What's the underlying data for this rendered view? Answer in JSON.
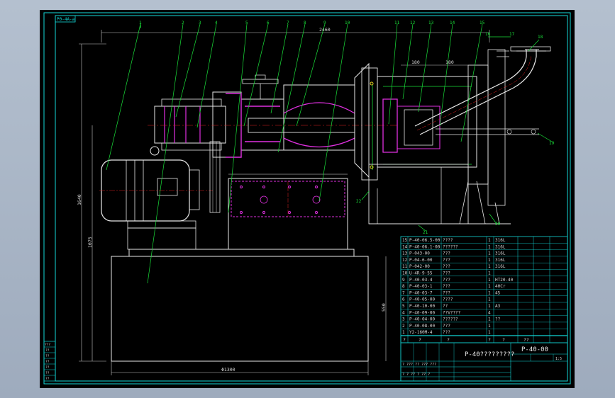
{
  "drawing": {
    "corner_code": "P0-4A-a",
    "title_code": "P-40-00",
    "title_name": "P-40?????????",
    "dimensions": {
      "total_length": "2460",
      "base_width": "Φ1300",
      "height_left": "1640",
      "height_mid": "1075",
      "height_base": "550",
      "d180a": "180",
      "d180b": "180"
    },
    "callouts": [
      "1",
      "2",
      "3",
      "4",
      "5",
      "6",
      "7",
      "8",
      "9",
      "10",
      "11",
      "12",
      "13",
      "14",
      "15",
      "16",
      "17",
      "18",
      "19",
      "20",
      "21",
      "22"
    ],
    "bom": [
      {
        "no": "15",
        "code": "P-40-06.5-00",
        "name": "????",
        "qty": "1",
        "mat": "316L"
      },
      {
        "no": "14",
        "code": "P-40-06.1-00",
        "name": "??????",
        "qty": "1",
        "mat": "316L"
      },
      {
        "no": "13",
        "code": "P-043-00",
        "name": "???",
        "qty": "1",
        "mat": "316L"
      },
      {
        "no": "12",
        "code": "P-04-6-00",
        "name": "???",
        "qty": "1",
        "mat": "316L"
      },
      {
        "no": "11",
        "code": "P-042-00",
        "name": "???",
        "qty": "1",
        "mat": "316L"
      },
      {
        "no": "10",
        "code": "U-4R-9-55",
        "name": "???",
        "qty": "1",
        "mat": ""
      },
      {
        "no": "9",
        "code": "P-40-03-4",
        "name": "???",
        "qty": "1",
        "mat": "HT20-40"
      },
      {
        "no": "8",
        "code": "P-40-03-1",
        "name": "???",
        "qty": "1",
        "mat": "40Cr"
      },
      {
        "no": "7",
        "code": "P-40-03-7",
        "name": "???",
        "qty": "1",
        "mat": "45"
      },
      {
        "no": "6",
        "code": "P-40-05-00",
        "name": "????",
        "qty": "1",
        "mat": ""
      },
      {
        "no": "5",
        "code": "P-40-10-00",
        "name": "??",
        "qty": "1",
        "mat": "A3"
      },
      {
        "no": "4",
        "code": "P-40-09-00",
        "name": "??V????",
        "qty": "4",
        "mat": ""
      },
      {
        "no": "3",
        "code": "P-40-04-00",
        "name": "??????",
        "qty": "1",
        "mat": "??"
      },
      {
        "no": "2",
        "code": "P-40-08-00",
        "name": "???",
        "qty": "1",
        "mat": ""
      },
      {
        "no": "1",
        "code": "Y2-160M-4",
        "name": "???",
        "qty": "1",
        "mat": ""
      }
    ],
    "bom_header": [
      "?",
      "?",
      "?",
      "?",
      "?",
      "??"
    ],
    "left_strip": [
      "???",
      "??",
      "??",
      "??",
      "??",
      "??",
      "??"
    ],
    "title_block_rows": [
      "? ??? ?? ??? ???",
      "? ? ?? ? ?? ?"
    ],
    "scale": "1:5"
  },
  "colors": {
    "cyan": "#13d9d9",
    "green": "#19e039",
    "magenta": "#e030e0",
    "white": "#e8e8e8",
    "red": "#e02020"
  }
}
